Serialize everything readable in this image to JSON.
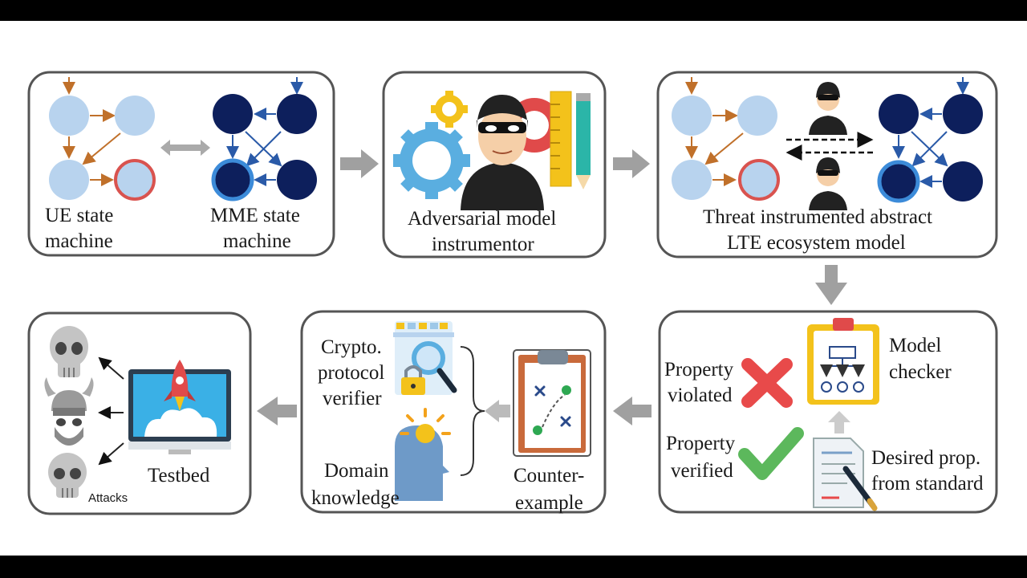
{
  "diagram": {
    "panels": {
      "state_machines": {
        "ue_label_1": "UE state",
        "ue_label_2": "machine",
        "mme_label_1": "MME state",
        "mme_label_2": "machine"
      },
      "instrumentor": {
        "label_1": "Adversarial model",
        "label_2": "instrumentor"
      },
      "threat_model": {
        "label_1": "Threat instrumented abstract",
        "label_2": "LTE  ecosystem model"
      },
      "model_checker": {
        "checker_1": "Model",
        "checker_2": "checker",
        "violated_1": "Property",
        "violated_2": "violated",
        "verified_1": "Property",
        "verified_2": "verified",
        "desired_1": "Desired prop.",
        "desired_2": "from standard"
      },
      "verifier": {
        "crypto_1": "Crypto.",
        "crypto_2": "protocol",
        "crypto_3": "verifier",
        "domain_1": "Domain",
        "domain_2": "knowledge",
        "counter_1": "Counter-",
        "counter_2": "example"
      },
      "testbed": {
        "label": "Testbed",
        "attacks": "Attacks"
      }
    },
    "colors": {
      "light_node": "#b8d3ee",
      "dark_node": "#0d1f5c",
      "arrow_orange": "#c0702a",
      "arrow_blue": "#2a5aa8",
      "flow_arrow": "#a0a0a0",
      "panel_border": "#555555",
      "red_x": "#e84a4a",
      "green_check": "#5cb85c"
    }
  }
}
